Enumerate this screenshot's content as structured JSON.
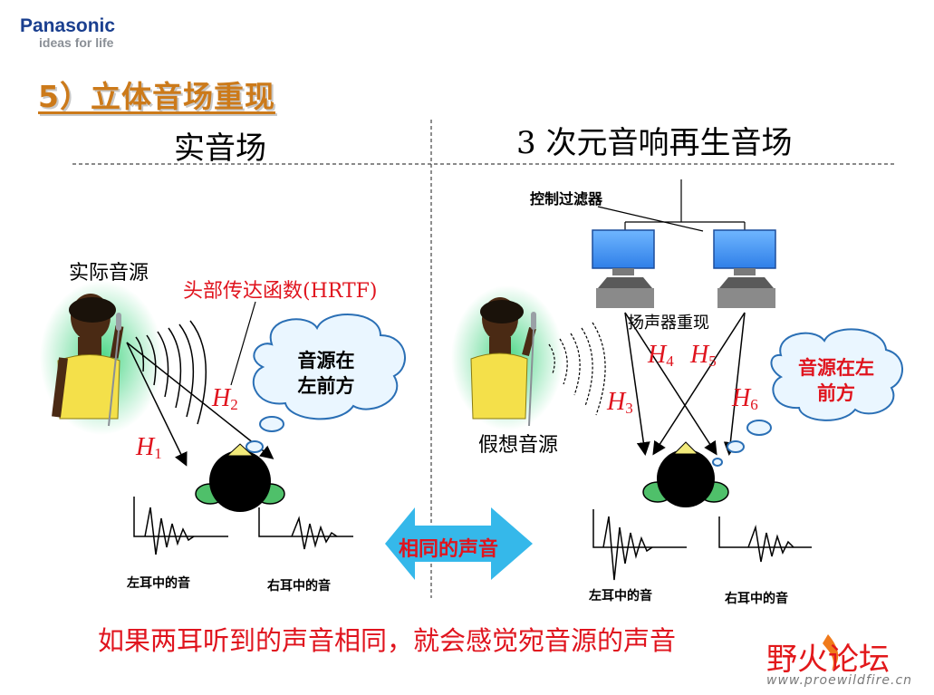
{
  "brand": {
    "name": "Panasonic",
    "tagline": "ideas for life"
  },
  "slide": {
    "title": "5）立体音场重现"
  },
  "left": {
    "heading": "实音场",
    "source_label": "实际音源",
    "hrtf_label": "头部传达函数(HRTF)",
    "h1": {
      "letter": "H",
      "sub": "1"
    },
    "h2": {
      "letter": "H",
      "sub": "2"
    },
    "bubble": {
      "line1": "音源在",
      "line2": "左前方"
    },
    "left_ear_label": "左耳中的音",
    "right_ear_label": "右耳中的音"
  },
  "middle": {
    "arrow_label": "相同的声音"
  },
  "right": {
    "heading": "3 次元音响再生音场",
    "filter_label": "控制过滤器",
    "speaker_label": "扬声器重现",
    "virtual_source_label": "假想音源",
    "h3": {
      "letter": "H",
      "sub": "3"
    },
    "h4": {
      "letter": "H",
      "sub": "4"
    },
    "h5": {
      "letter": "H",
      "sub": "5"
    },
    "h6": {
      "letter": "H",
      "sub": "6"
    },
    "bubble": {
      "line1": "音源在左",
      "line2": "前方"
    },
    "left_ear_label": "左耳中的音",
    "right_ear_label": "右耳中的音"
  },
  "footer": {
    "text": "如果两耳听到的声音相同，就会感觉宛音源的声音"
  },
  "watermark": {
    "name": "野火论坛",
    "url": "www.proewildfire.cn"
  },
  "colors": {
    "accent_red": "#e0141e",
    "title_orange": "#cc7a1a",
    "arrow_blue": "#2fb6e8",
    "brand_blue": "#1a3f8f"
  }
}
